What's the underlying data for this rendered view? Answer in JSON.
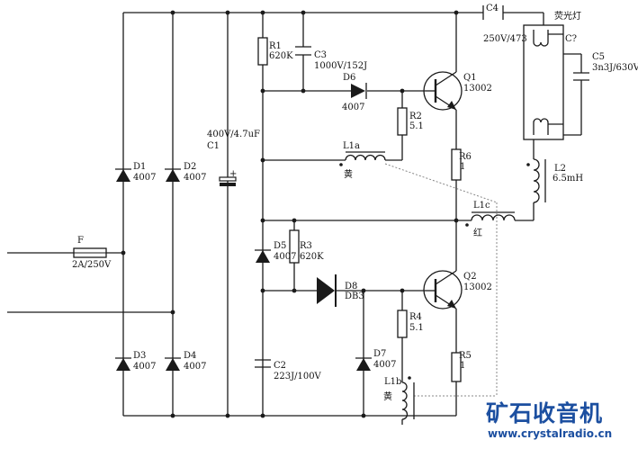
{
  "components": {
    "F": {
      "ref": "F",
      "value": "2A/250V"
    },
    "D1": {
      "ref": "D1",
      "value": "4007"
    },
    "D2": {
      "ref": "D2",
      "value": "4007"
    },
    "D3": {
      "ref": "D3",
      "value": "4007"
    },
    "D4": {
      "ref": "D4",
      "value": "4007"
    },
    "C1": {
      "ref": "C1",
      "value": "400V/4.7uF"
    },
    "R1": {
      "ref": "R1",
      "value": "620K"
    },
    "C3": {
      "ref": "C3",
      "value": "1000V/152J"
    },
    "D6": {
      "ref": "D6",
      "value": "4007"
    },
    "R2": {
      "ref": "R2",
      "value": "5.1"
    },
    "L1a": {
      "ref": "L1a",
      "color": "黄"
    },
    "Q1": {
      "ref": "Q1",
      "value": "13002"
    },
    "R6": {
      "ref": "R6",
      "value": "1"
    },
    "C4": {
      "ref": "C4",
      "value": "250V/473"
    },
    "lamp": {
      "label": "荧光灯",
      "ref": "C?"
    },
    "C5": {
      "ref": "C5",
      "value": "3n3J/630V"
    },
    "L2": {
      "ref": "L2",
      "value": "6.5mH"
    },
    "L1c": {
      "ref": "L1c",
      "color": "红"
    },
    "D5": {
      "ref": "D5",
      "value": "4007"
    },
    "R3": {
      "ref": "R3",
      "value": "620K"
    },
    "D8": {
      "ref": "D8",
      "value": "DB3"
    },
    "Q2": {
      "ref": "Q2",
      "value": "13002"
    },
    "R4": {
      "ref": "R4",
      "value": "5.1"
    },
    "R5": {
      "ref": "R5",
      "value": "1"
    },
    "D7": {
      "ref": "D7",
      "value": "4007"
    },
    "C2": {
      "ref": "C2",
      "value": "223J/100V"
    },
    "L1b": {
      "ref": "L1b",
      "color": "黄"
    }
  },
  "watermark": {
    "title": "矿石收音机",
    "url": "www.crystalradio.cn"
  }
}
